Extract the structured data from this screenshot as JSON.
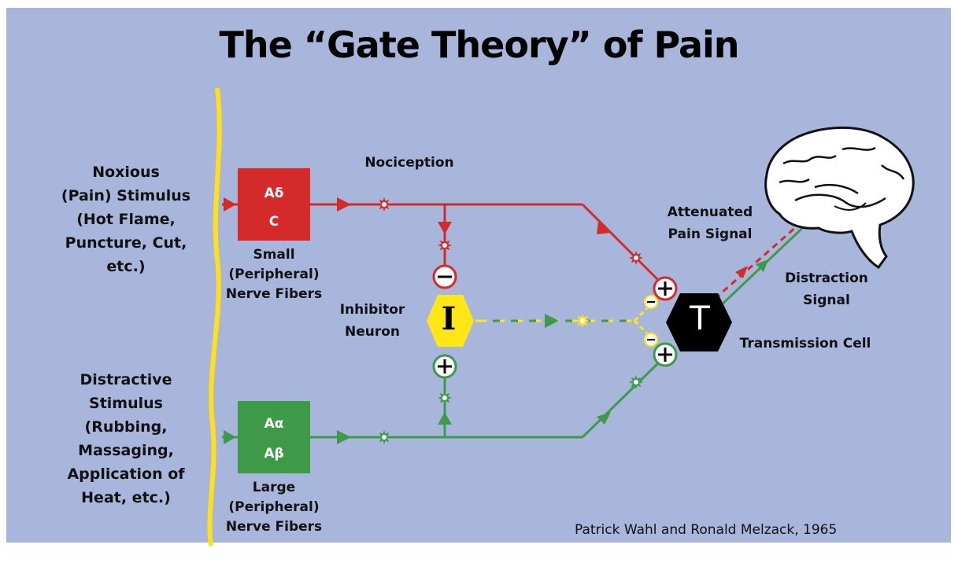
{
  "title": "The “Gate Theory” of Pain",
  "credit": "Patrick Wahl and Ronald Melzack, 1965",
  "noxious_stimulus": [
    "Noxious",
    "(Pain) Stimulus",
    "(Hot Flame,",
    "Puncture, Cut,",
    "etc.)"
  ],
  "distractive_stimulus": [
    "Distractive",
    "Stimulus",
    "(Rubbing,",
    "Massaging,",
    "Application of",
    "Heat, etc.)"
  ],
  "small_fibers": {
    "box_lines": [
      "Aδ",
      "C"
    ],
    "label": [
      "Small",
      "(Peripheral)",
      "Nerve Fibers"
    ]
  },
  "large_fibers": {
    "box_lines": [
      "Aα",
      "Aβ"
    ],
    "label": [
      "Large",
      "(Peripheral)",
      "Nerve Fibers"
    ]
  },
  "nociception": "Nociception",
  "inhibitor": {
    "symbol": "I",
    "label": [
      "Inhibitor",
      "Neuron"
    ]
  },
  "transmission": {
    "symbol": "T",
    "label": "Transmission Cell"
  },
  "attenuated": [
    "Attenuated",
    "Pain Signal"
  ],
  "distraction": [
    "Distraction",
    "Signal"
  ],
  "signs": {
    "minus": "−",
    "plus": "+"
  },
  "colors": {
    "background": "#a9b6dc",
    "pain_red": "#d42a2a",
    "large_green": "#3e9a49",
    "inhibitor_yellow": "#ffe614",
    "spine_yellow": "#ffe019",
    "transmission_black": "#000000"
  }
}
